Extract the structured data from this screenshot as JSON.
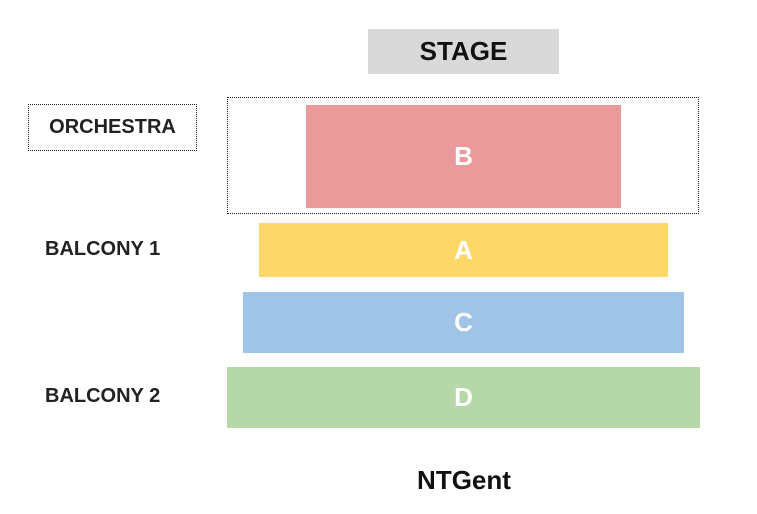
{
  "stage": {
    "label": "STAGE"
  },
  "labels": {
    "orchestra": "ORCHESTRA",
    "balcony1": "BALCONY 1",
    "balcony2": "BALCONY 2"
  },
  "sections": [
    {
      "label": "B",
      "color": "#ea9a9a"
    },
    {
      "label": "A",
      "color": "#fdd868"
    },
    {
      "label": "C",
      "color": "#a0c4e8"
    },
    {
      "label": "D",
      "color": "#b6d8a8"
    }
  ],
  "venue": {
    "name": "NTGent"
  }
}
